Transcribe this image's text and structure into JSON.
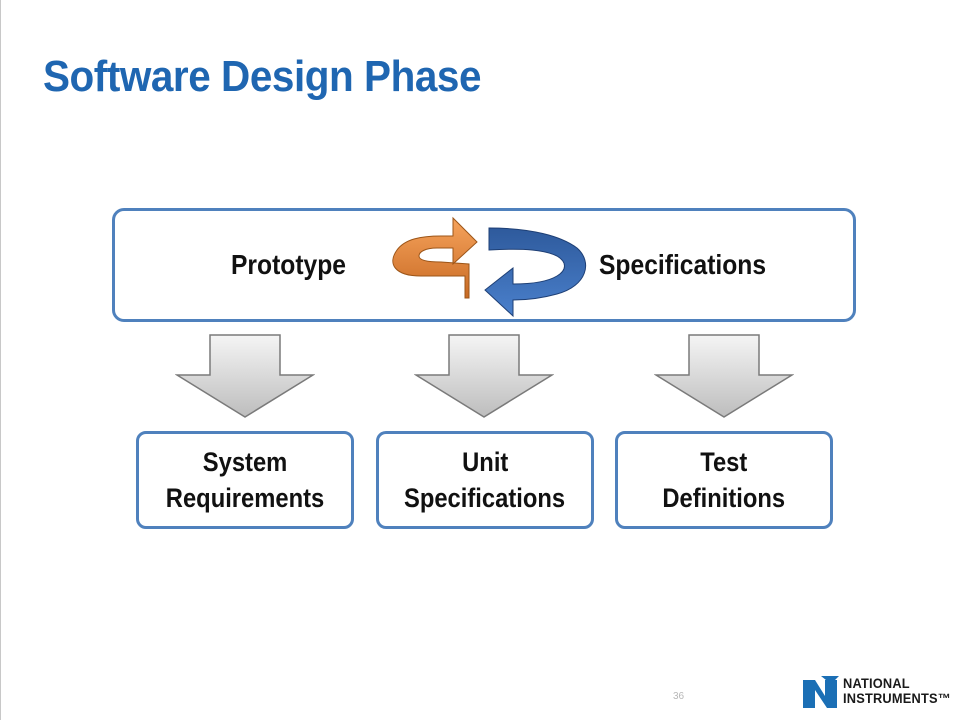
{
  "slide": {
    "title": "Software Design Phase",
    "page_number": "36"
  },
  "cycle": {
    "left_label": "Prototype",
    "right_label": "Specifications",
    "left_arrow_color": "#f08a3c",
    "right_arrow_color": "#3a66b0"
  },
  "outputs": [
    {
      "line1": "System",
      "line2": "Requirements"
    },
    {
      "line1": "Unit",
      "line2": "Specifications"
    },
    {
      "line1": "Test",
      "line2": "Definitions"
    }
  ],
  "colors": {
    "title": "#1f66b1",
    "box_border": "#4f81bd",
    "down_arrow_fill": "#c8c8c8"
  },
  "logo": {
    "line1": "NATIONAL",
    "line2": "INSTRUMENTS™"
  }
}
